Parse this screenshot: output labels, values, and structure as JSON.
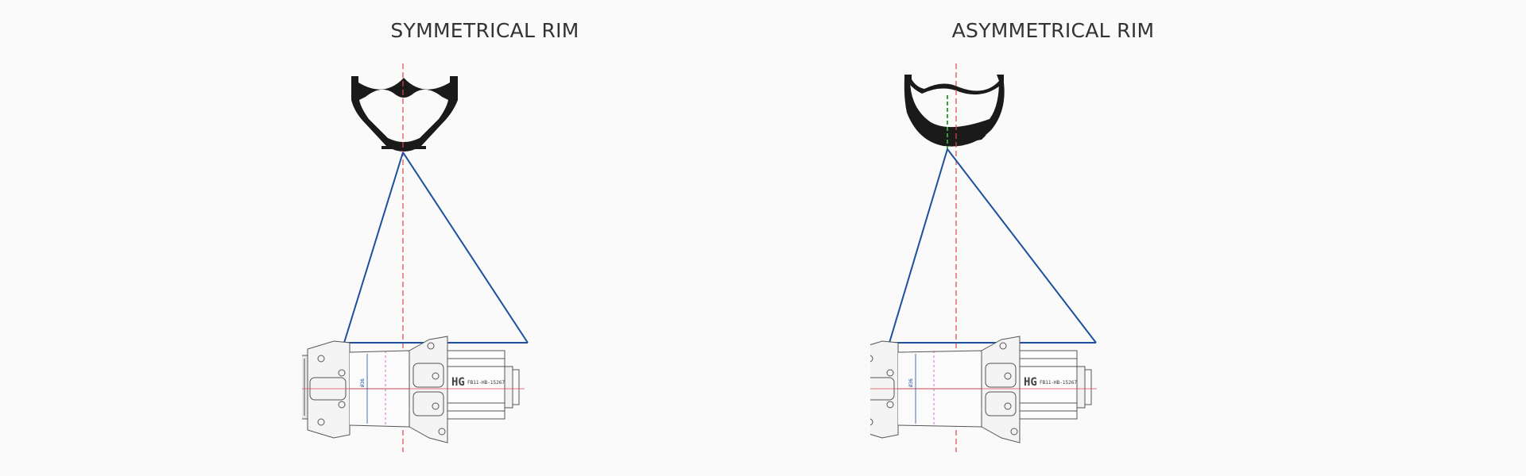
{
  "panels": [
    {
      "title": "SYMMETRICAL RIM",
      "hub": {
        "brand": "HG",
        "part_number": "FB11-HB-15267",
        "dimension": "Ø36"
      }
    },
    {
      "title": "ASYMMETRICAL RIM",
      "hub": {
        "brand": "HG",
        "part_number": "FB11-HB-15267",
        "dimension": "Ø36"
      }
    }
  ],
  "colors": {
    "spoke": "#1d4fa0",
    "centerline": "#e0474b",
    "offset_centerline": "#3aa03a",
    "guide_magenta": "#cc44cc",
    "rim": "#1a1a1a",
    "hub_line": "#555555"
  }
}
